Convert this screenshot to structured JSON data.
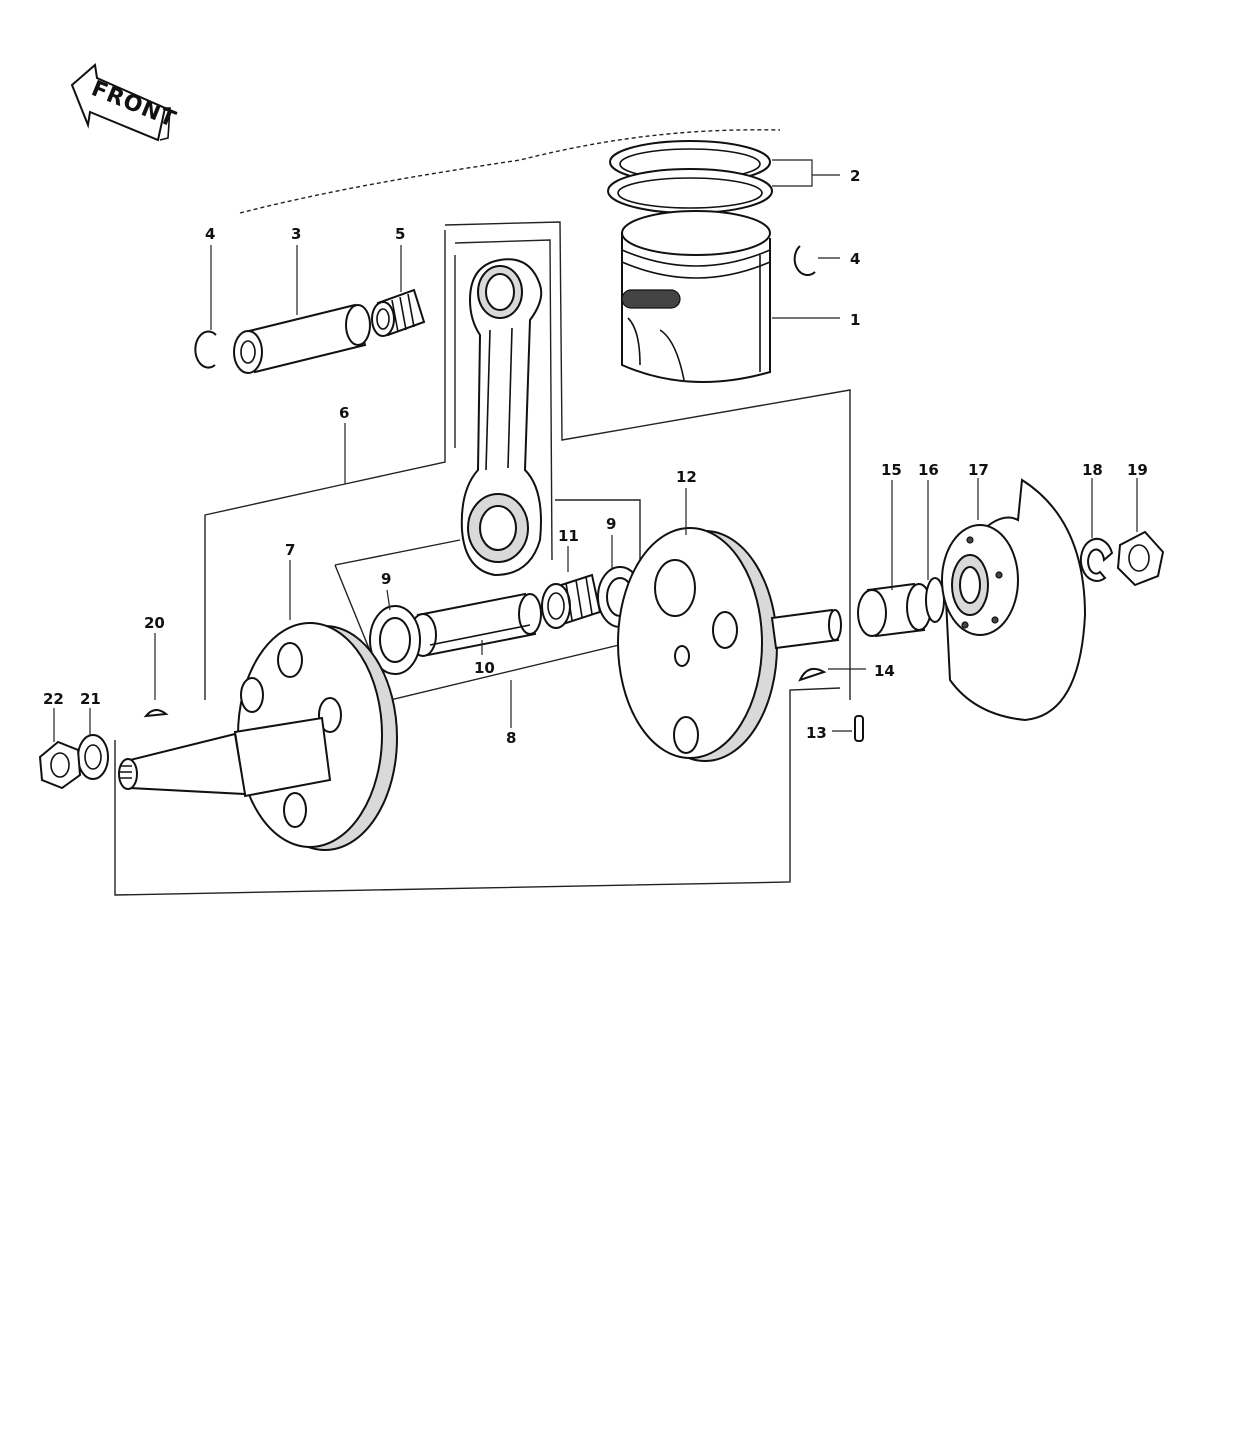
{
  "front_label": "FRONT",
  "callouts": {
    "c1": "1",
    "c2": "2",
    "c3": "3",
    "c4a": "4",
    "c4b": "4",
    "c5": "5",
    "c6": "6",
    "c7": "7",
    "c8": "8",
    "c9a": "9",
    "c9b": "9",
    "c10": "10",
    "c11": "11",
    "c12": "12",
    "c13": "13",
    "c14": "14",
    "c15": "15",
    "c16": "16",
    "c17": "17",
    "c18": "18",
    "c19": "19",
    "c20": "20",
    "c21": "21",
    "c22": "22"
  },
  "colors": {
    "ink": "#111111",
    "paper": "#ffffff",
    "shade": "#d9d9d9"
  }
}
